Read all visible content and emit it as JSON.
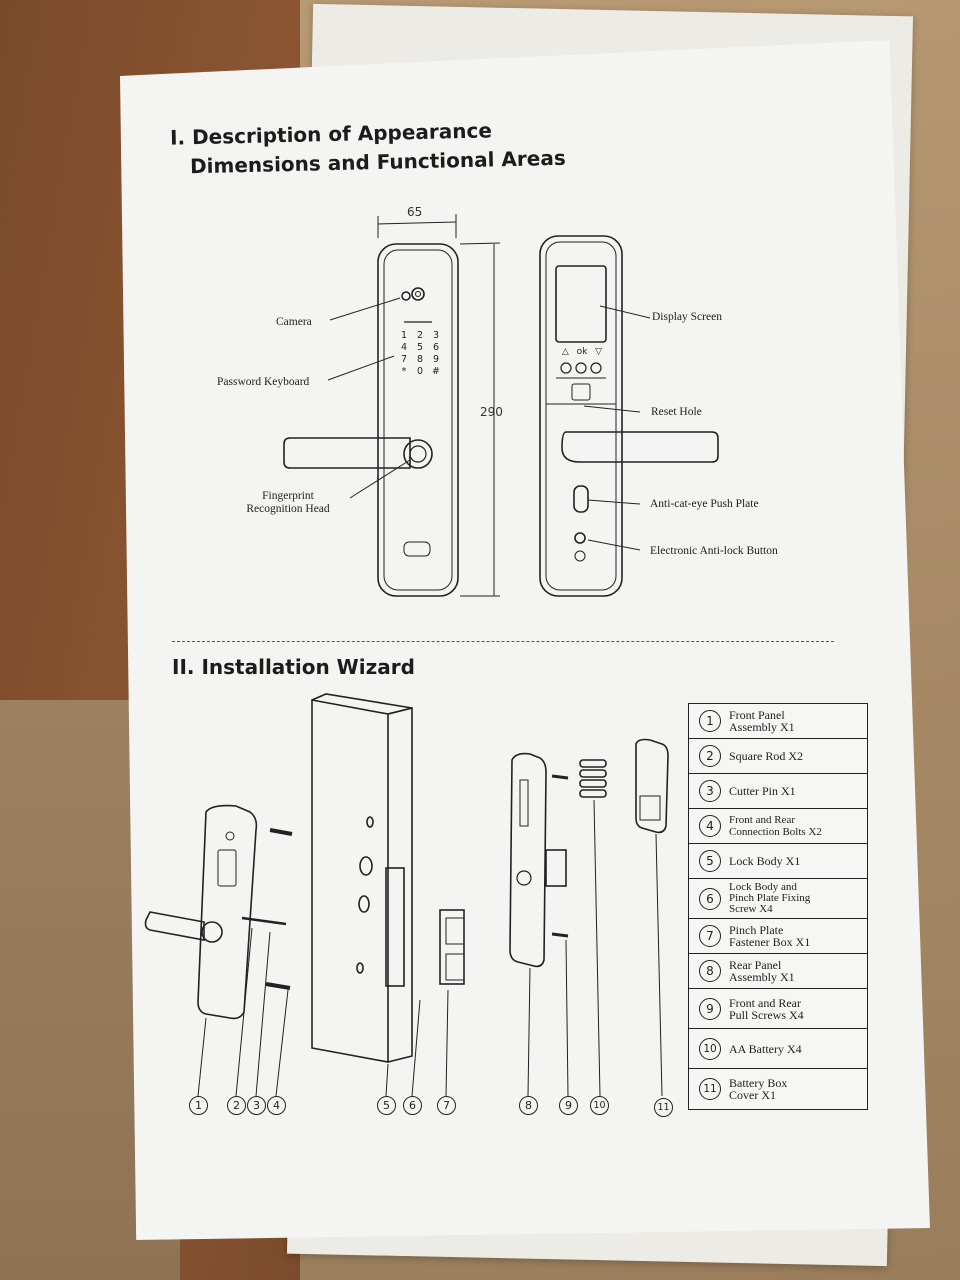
{
  "section1": {
    "title_line1": "I. Description of Appearance",
    "title_line2": "Dimensions and Functional Areas"
  },
  "dimensions": {
    "width": "65",
    "height": "290"
  },
  "keypad": {
    "keys": [
      "1",
      "2",
      "3",
      "4",
      "5",
      "6",
      "7",
      "8",
      "9",
      "*",
      "0",
      "#"
    ],
    "screen_symbols": [
      "△",
      "ok",
      "▽"
    ]
  },
  "front_labels": {
    "camera": "Camera",
    "keyboard": "Password Keyboard",
    "fingerprint_line1": "Fingerprint",
    "fingerprint_line2": "Recognition Head"
  },
  "rear_labels": {
    "display": "Display Screen",
    "reset": "Reset Hole",
    "push_plate": "Anti-cat-eye Push Plate",
    "antilock": "Electronic Anti-lock Button"
  },
  "section2": {
    "title": "II. Installation Wizard"
  },
  "parts": [
    {
      "num": "1",
      "name": "Front Panel\nAssembly X1"
    },
    {
      "num": "2",
      "name": "Square Rod X2"
    },
    {
      "num": "3",
      "name": "Cutter Pin X1"
    },
    {
      "num": "4",
      "name": "Front and Rear\nConnection Bolts X2"
    },
    {
      "num": "5",
      "name": "Lock Body X1"
    },
    {
      "num": "6",
      "name": "Lock Body and\nPinch Plate Fixing\nScrew X4"
    },
    {
      "num": "7",
      "name": "Pinch Plate\nFastener Box X1"
    },
    {
      "num": "8",
      "name": "Rear Panel\nAssembly X1"
    },
    {
      "num": "9",
      "name": "Front and Rear\nPull Screws X4"
    },
    {
      "num": "10",
      "name": "AA Battery X4"
    },
    {
      "num": "11",
      "name": "Battery Box\nCover X1"
    }
  ],
  "callouts": [
    "1",
    "2",
    "3",
    "4",
    "5",
    "6",
    "7",
    "8",
    "9",
    "10",
    "11"
  ]
}
